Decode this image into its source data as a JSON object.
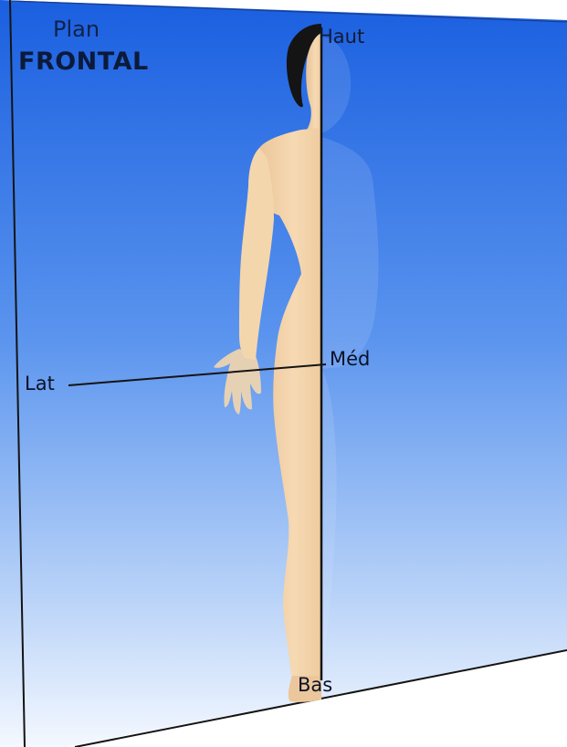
{
  "title": {
    "line1": "Plan",
    "line2": "FRONTAL"
  },
  "labels": {
    "top": "Haut",
    "lateral": "Lat",
    "medial": "Méd",
    "bottom": "Bas"
  },
  "colors": {
    "plane_top": "#1a5fe0",
    "plane_mid": "#6fa6f2",
    "plane_bottom": "#f2f7ff",
    "skin": "#f3d2a8",
    "hair": "#141414",
    "line": "#141414"
  }
}
